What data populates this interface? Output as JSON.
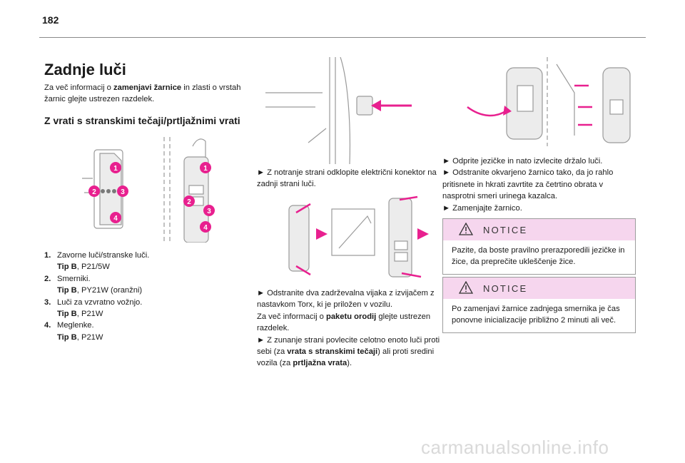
{
  "page_number": "182",
  "col1": {
    "title": "Zadnje luči",
    "intro_pre": "Za več informacij o ",
    "intro_bold": "zamenjavi žarnice",
    "intro_post": " in zlasti o vrstah žarnic glejte ustrezen razdelek.",
    "subtitle": "Z vrati s stranskimi tečaji/prtljažnimi vrati",
    "callouts": [
      "1",
      "2",
      "3",
      "4"
    ],
    "items": [
      {
        "num": "1.",
        "label": "Zavorne luči/stranske luči.",
        "type_bold": "Tip B",
        "type_rest": ", P21/5W"
      },
      {
        "num": "2.",
        "label": "Smerniki.",
        "type_bold": "Tip B",
        "type_rest": ", PY21W (oranžni)"
      },
      {
        "num": "3.",
        "label": "Luči za vzvratno vožnjo.",
        "type_bold": "Tip B",
        "type_rest": ", P21W"
      },
      {
        "num": "4.",
        "label": "Meglenke.",
        "type_bold": "Tip B",
        "type_rest": ", P21W"
      }
    ]
  },
  "col2": {
    "step1": "► Z notranje strani odklopite električni konektor na zadnji strani luči.",
    "step2": "► Odstranite dva zadrževalna vijaka z izvijačem z nastavkom Torx, ki je priložen v vozilu.",
    "more_pre": "Za več informacij o ",
    "more_bold": "paketu orodij",
    "more_post": " glejte ustrezen razdelek.",
    "step3_pre": "► Z zunanje strani povlecite celotno enoto luči proti sebi (za ",
    "step3_bold1": "vrata s stranskimi tečaji",
    "step3_mid": ") ali proti sredini vozila (za ",
    "step3_bold2": "prtljažna vrata",
    "step3_post": ")."
  },
  "col3": {
    "step1": "► Odprite jezičke in nato izvlecite držalo luči.",
    "step2": "► Odstranite okvarjeno žarnico tako, da jo rahlo pritisnete in hkrati zavrtite za četrtino obrata v nasprotni smeri urinega kazalca.",
    "step3": "► Zamenjajte žarnico.",
    "notice1": {
      "title": "NOTICE",
      "text": "Pazite, da boste pravilno prerazporedili jezičke in žice, da preprečite ukleščenje žice."
    },
    "notice2": {
      "title": "NOTICE",
      "text": "Po zamenjavi žarnice zadnjega smernika je čas ponovne inicializacije približno 2 minuti ali več."
    }
  },
  "watermark": "carmanualsonline.info",
  "colors": {
    "accent": "#e8208f",
    "notice_bg": "#f6d6ee",
    "line": "#8a8a8a"
  }
}
